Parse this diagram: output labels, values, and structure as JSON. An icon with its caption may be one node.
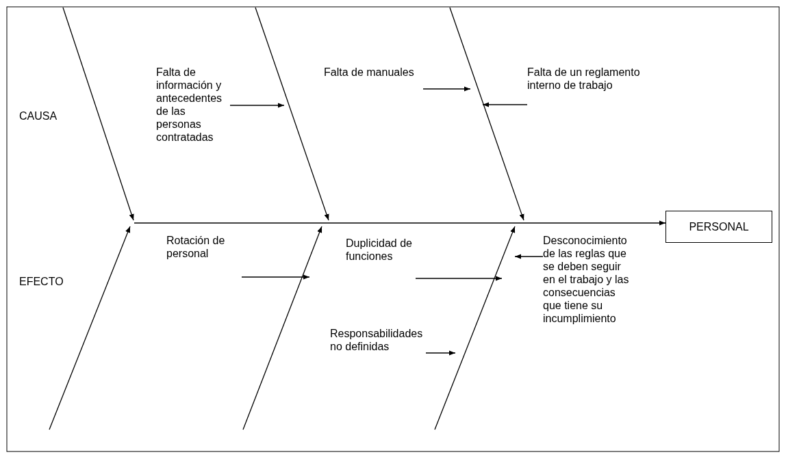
{
  "diagram": {
    "nodes": [
      {
        "text": [
          "Falta de información y antecedentes de las personas contratadas"
        ]
      },
      {
        "text": [
          "Falta de manuales"
        ]
      },
      {
        "text": [
          "Falta de un reglamento interno de trabajo"
        ]
      },
      {
        "text": [
          "PERSONAL"
        ]
      },
      {
        "text": [
          "Rotación de personal"
        ]
      },
      {
        "text": [
          "Duplicidad de funciones"
        ]
      },
      {
        "text": [
          "Desconocimiento de las reglas que se deben seguir en el trabajo y las consecuencias que tiene su incumplimiento"
        ]
      },
      {
        "text": [
          "Responsabilidades no definidas"
        ]
      }
    ],
    "edges": [
      {
        "from": 0,
        "to": null,
        "arrow": "to"
      },
      {
        "from": 1,
        "to": null,
        "arrow": "to"
      },
      {
        "from": 2,
        "to": null,
        "arrow": "to"
      },
      {
        "from": null,
        "to": 3,
        "arrow": "to"
      },
      {
        "from": 4,
        "to": null,
        "arrow": "to"
      },
      {
        "from": 5,
        "to": null,
        "arrow": "to"
      },
      {
        "from": 6,
        "to": null,
        "arrow": "to"
      },
      {
        "from": 7,
        "to": null,
        "arrow": "to"
      }
    ],
    "labels": [
      "CAUSA",
      "EFECTO"
    ]
  }
}
